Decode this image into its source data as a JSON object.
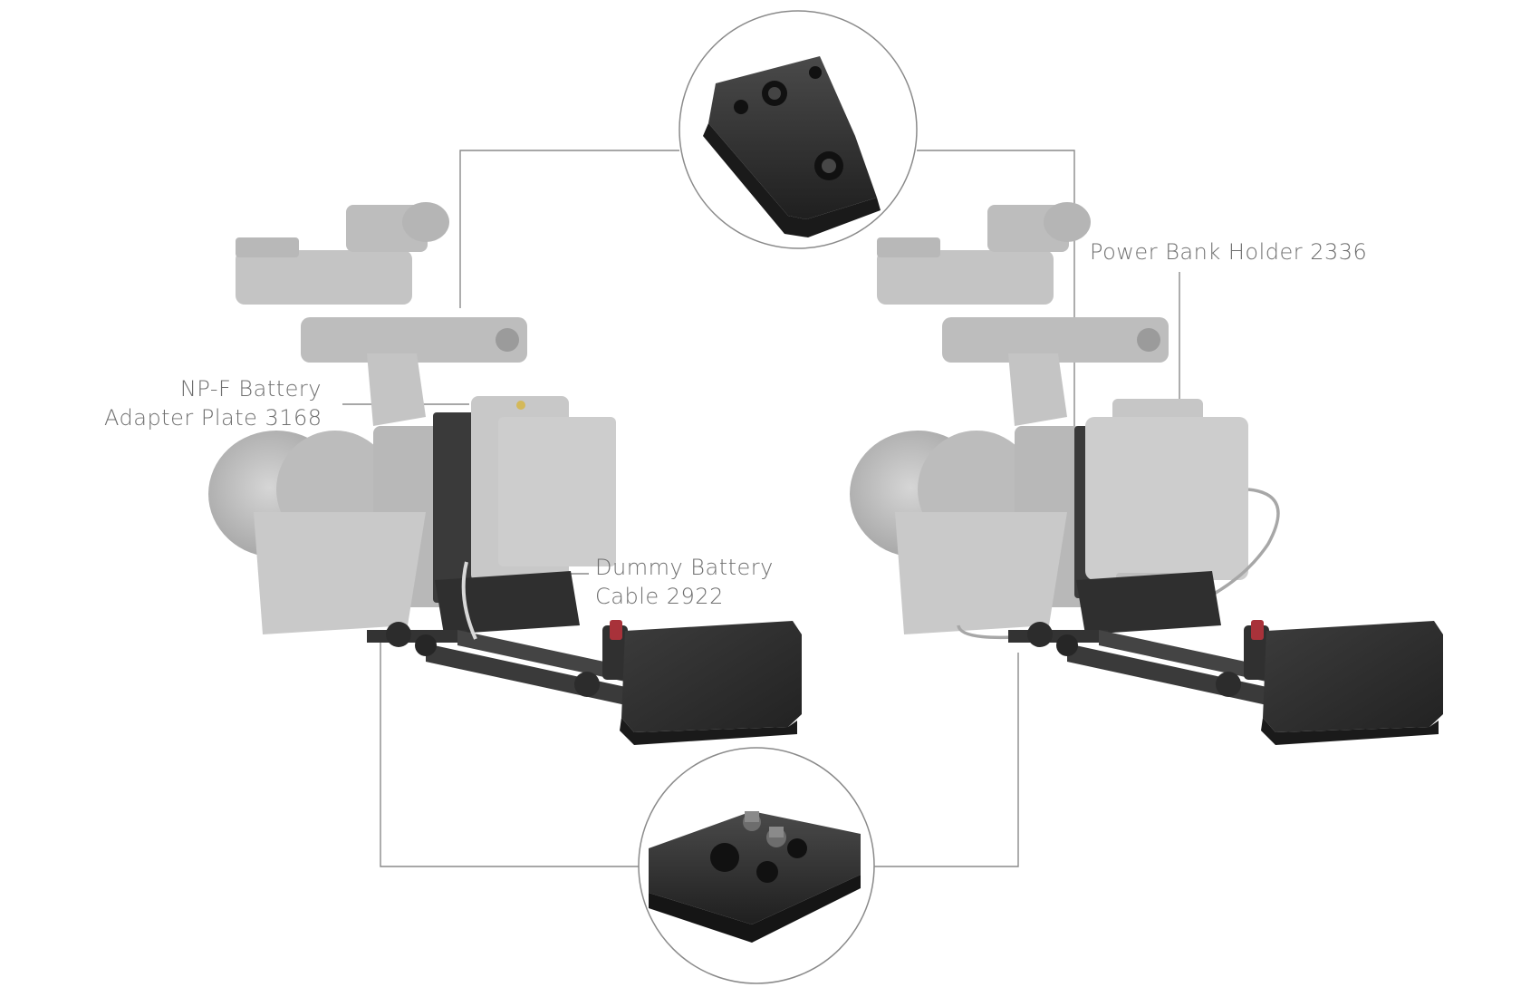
{
  "labels": {
    "npf_battery": {
      "line1": "NP-F Battery",
      "line2": "Adapter Plate 3168"
    },
    "dummy_battery": {
      "line1": "Dummy Battery",
      "line2": "Cable 2922"
    },
    "power_bank": {
      "line1": "Power Bank Holder 2336"
    }
  },
  "colors": {
    "background": "#ffffff",
    "camera_body": "#c4c4c4",
    "camera_shadow": "#a9a9a9",
    "accessory_dark": "#2e2e2e",
    "rail": "#3a3a3a",
    "accent_red": "#a8323a",
    "line": "#8a8a8a",
    "text": "#6f6f6f"
  },
  "icons": [
    "top-plate-detail-icon",
    "bottom-plate-detail-icon",
    "camera-rig-left-icon",
    "camera-rig-right-icon"
  ]
}
